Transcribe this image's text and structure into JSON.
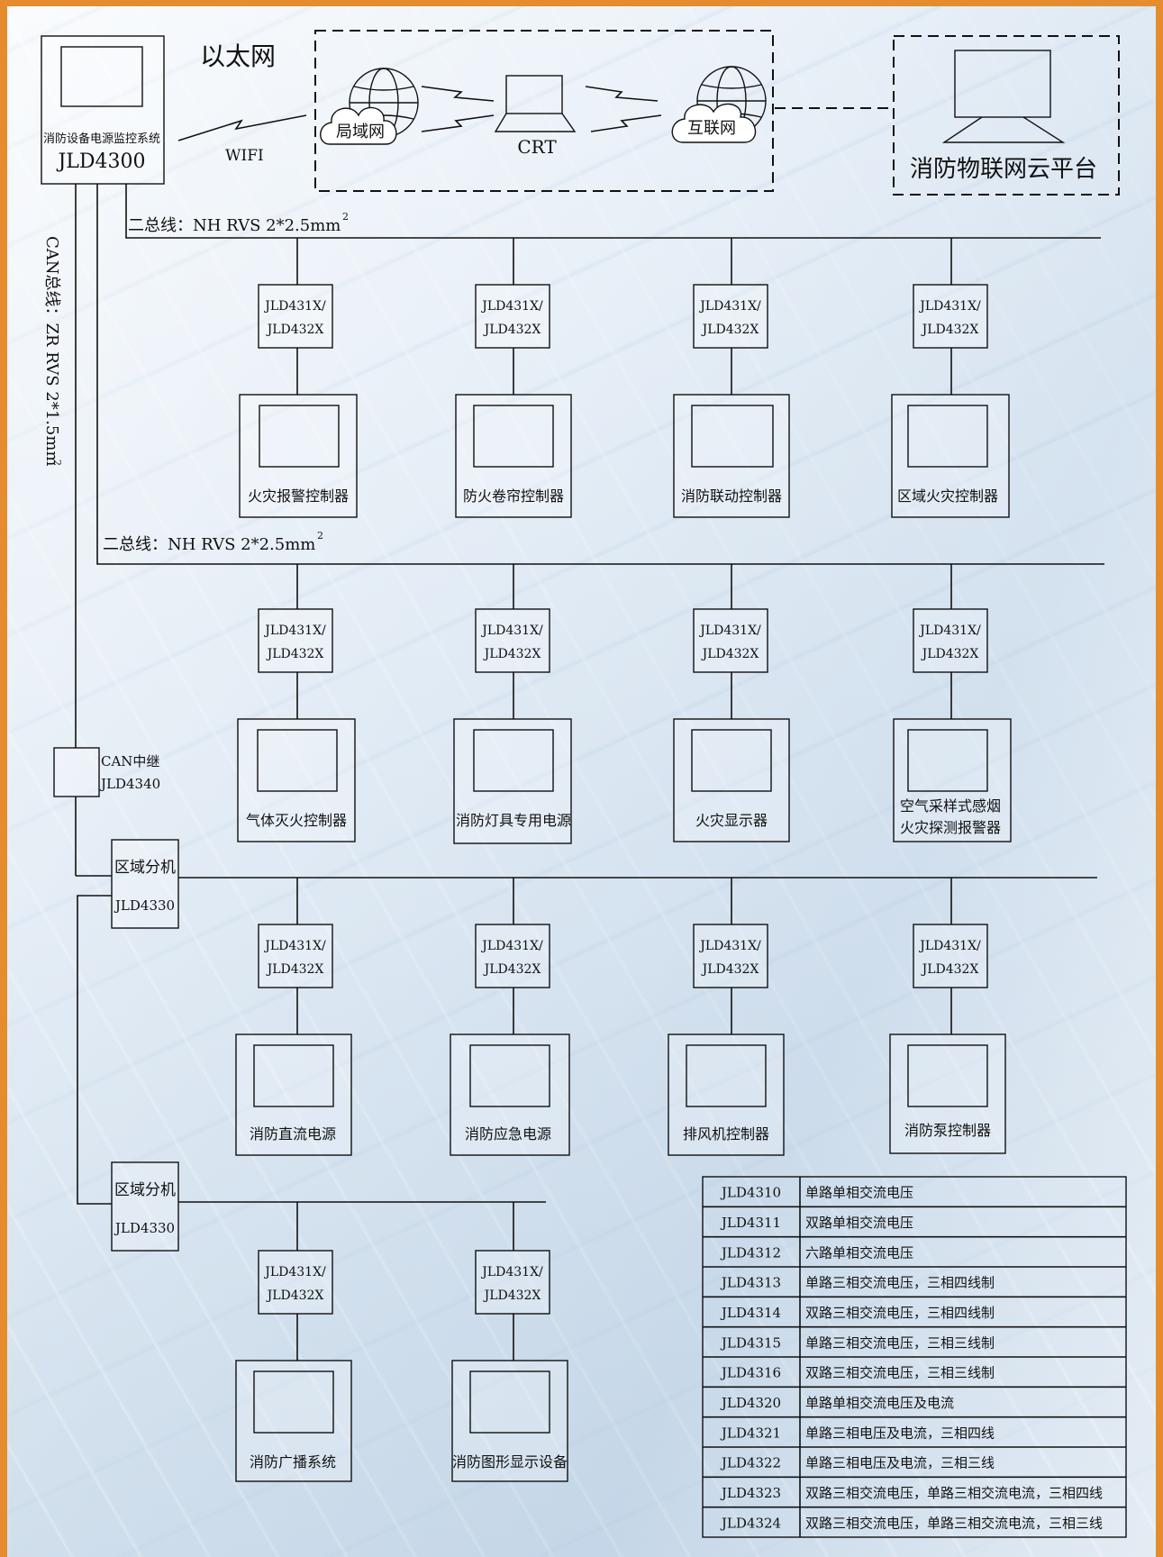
{
  "main_system": {
    "name": "消防设备电源监控系统",
    "model": "JLD4300"
  },
  "ethernet_label": "以太网",
  "wifi_label": "WIFI",
  "lan_label": "局域网",
  "crt_label": "CRT",
  "internet_label": "互联网",
  "cloud_platform": "消防物联网云平台",
  "bus1_label": "二总线：NH RVS 2*2.5mm",
  "bus2_label": "二总线：NH RVS 2*2.5mm",
  "bus_sup": "2",
  "can_bus_label": "CAN总线：ZR RVS 2*1.5mm",
  "can_bus_sup": "2",
  "module_line1": "JLD431X/",
  "module_line2": "JLD432X",
  "can_repeater": {
    "name": "CAN中继",
    "model": "JLD4340"
  },
  "zone_unit": {
    "name": "区域分机",
    "model": "JLD4330"
  },
  "row1_devices": [
    "火灾报警控制器",
    "防火卷帘控制器",
    "消防联动控制器",
    "区域火灾控制器"
  ],
  "row2_devices": [
    {
      "l1": "气体灭火控制器",
      "l2": ""
    },
    {
      "l1": "消防灯具专用电源",
      "l2": ""
    },
    {
      "l1": "火灾显示器",
      "l2": ""
    },
    {
      "l1": "空气采样式感烟",
      "l2": "火灾探测报警器"
    }
  ],
  "row3_devices": [
    "消防直流电源",
    "消防应急电源",
    "排风机控制器",
    "消防泵控制器"
  ],
  "row4_devices": [
    "消防广播系统",
    "消防图形显示设备"
  ],
  "model_table": [
    {
      "model": "JLD4310",
      "desc": "单路单相交流电压"
    },
    {
      "model": "JLD4311",
      "desc": "双路单相交流电压"
    },
    {
      "model": "JLD4312",
      "desc": "六路单相交流电压"
    },
    {
      "model": "JLD4313",
      "desc": "单路三相交流电压，三相四线制"
    },
    {
      "model": "JLD4314",
      "desc": "双路三相交流电压，三相四线制"
    },
    {
      "model": "JLD4315",
      "desc": "单路三相交流电压，三相三线制"
    },
    {
      "model": "JLD4316",
      "desc": "双路三相交流电压，三相三线制"
    },
    {
      "model": "JLD4320",
      "desc": "单路单相交流电压及电流"
    },
    {
      "model": "JLD4321",
      "desc": "单路三相电压及电流，三相四线"
    },
    {
      "model": "JLD4322",
      "desc": "单路三相电压及电流，三相三线"
    },
    {
      "model": "JLD4323",
      "desc": "双路三相交流电压，单路三相交流电流，三相四线"
    },
    {
      "model": "JLD4324",
      "desc": "双路三相交流电压，单路三相交流电流，三相三线"
    }
  ]
}
